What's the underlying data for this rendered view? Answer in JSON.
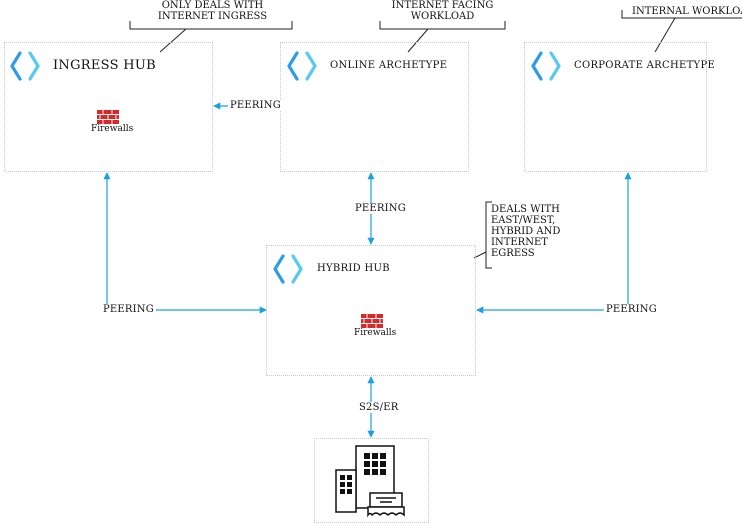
{
  "hubs": {
    "ingress": {
      "title": "INGRESS HUB",
      "firewall_label": "Firewalls"
    },
    "online": {
      "title": "ONLINE ARCHETYPE"
    },
    "corporate": {
      "title": "CORPORATE ARCHETYPE"
    },
    "hybrid": {
      "title": "HYBRID HUB",
      "firewall_label": "Firewalls"
    }
  },
  "callouts": {
    "ingress": [
      "ONLY DEALS WITH",
      "INTERNET INGRESS"
    ],
    "online": [
      "INTERNET FACING",
      "WORKLOAD"
    ],
    "corporate": [
      "INTERNAL WORKLOAD"
    ],
    "hybrid": [
      "DEALS WITH",
      "EAST/WEST,",
      "HYBRID AND",
      "INTERNET",
      "EGRESS"
    ]
  },
  "connections": {
    "ingress_online": "PEERING",
    "online_hybrid": "PEERING",
    "ingress_hybrid": "PEERING",
    "corporate_hybrid": "PEERING",
    "hybrid_onprem": "S2S/ER"
  },
  "icons": {
    "vnet": "vnet-brackets-icon",
    "firewall": "firewall-brick-icon",
    "onprem": "office-building-icon"
  },
  "colors": {
    "connector": "#1ba1e2",
    "vnet_icon": "#2d9ce8",
    "firewall": "#d42a2a",
    "box_border": "#c8c8c8"
  }
}
